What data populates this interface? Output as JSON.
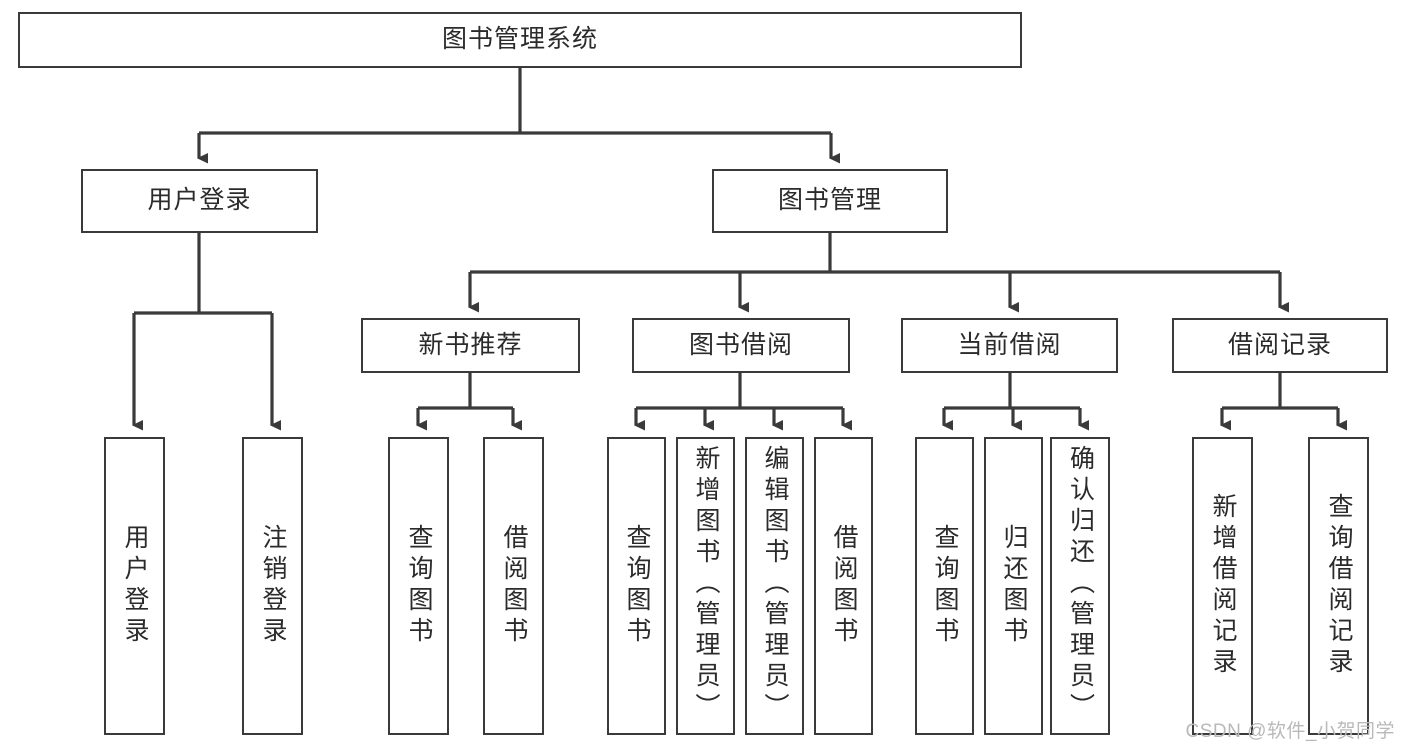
{
  "diagram": {
    "title": "图书管理系统",
    "watermark": "CSDN @软件_小贺同学",
    "colors": {
      "stroke": "#3a3a3a",
      "fill": "#ffffff",
      "text": "#2b2b2b",
      "watermark": "#b9b9b9"
    },
    "nodes": {
      "root": "图书管理系统",
      "level2": {
        "user_login": "用户登录",
        "book_manage": "图书管理"
      },
      "level3": {
        "new_book_rec": "新书推荐",
        "book_borrow": "图书借阅",
        "current_borrow": "当前借阅",
        "borrow_record": "借阅记录"
      },
      "leaves": {
        "user_login_1": "用户登录",
        "user_login_2": "注销登录",
        "new_book_rec_1": "查询图书",
        "new_book_rec_2": "借阅图书",
        "book_borrow_1": "查询图书",
        "book_borrow_2": "新增图书（管理员）",
        "book_borrow_3": "编辑图书（管理员）",
        "book_borrow_4": "借阅图书",
        "current_borrow_1": "查询图书",
        "current_borrow_2": "归还图书",
        "current_borrow_3": "确认归还（管理员）",
        "borrow_record_1": "新增借阅记录",
        "borrow_record_2": "查询借阅记录"
      }
    }
  }
}
